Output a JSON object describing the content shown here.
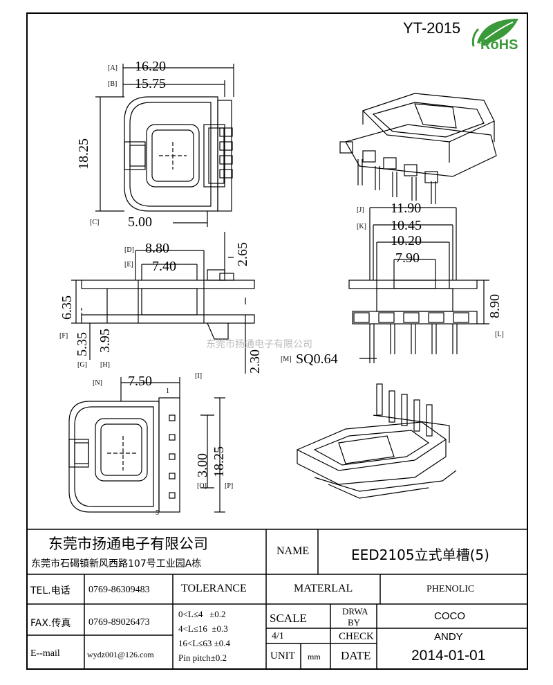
{
  "header": {
    "model": "YT-2015",
    "rohs": "RoHS"
  },
  "watermark": "东莞市扬通电子有限公司",
  "dimensions": {
    "A": "16.20",
    "B": "15.75",
    "C": "5.00",
    "height_top": "18.25",
    "D": "8.80",
    "E": "7.40",
    "v265": "2.65",
    "v635": "6.35",
    "v535": "5.35",
    "v395": "3.95",
    "v230": "2.30",
    "J": "11.90",
    "K": "10.45",
    "k2": "10.20",
    "k3": "7.90",
    "v890": "8.90",
    "M": "SQ0.64",
    "N": "7.50",
    "v300": "3.00",
    "v1825b": "18.25"
  },
  "labels": {
    "A": "A",
    "B": "B",
    "C": "C",
    "D": "D",
    "E": "E",
    "F": "F",
    "G": "G",
    "H": "H",
    "I": "I",
    "J": "J",
    "K": "K",
    "L": "L",
    "M": "M",
    "N": "N",
    "O": "O",
    "P": "P",
    "pin1": "1",
    "pin5": "5"
  },
  "title_block": {
    "company": "东莞市扬通电子有限公司",
    "address": "东莞市石碣镇新风西路107号工业园A栋",
    "name_label": "NAME",
    "name_value": "EED2105立式单槽(5)",
    "tel_label": "TEL.电话",
    "tel_value": "0769-86309483",
    "fax_label": "FAX.传真",
    "fax_value": "0769-89026473",
    "email_label": "E--mail",
    "email_value": "wydz001@126.com",
    "tolerance_label": "TOLERANCE",
    "tol1": "0<L≤4   ±0.2",
    "tol2": "4<L≤16  ±0.3",
    "tol3": "16<L≤63 ±0.4",
    "tol4": "Pin pitch±0.2",
    "material_label": "MATERLAL",
    "material_value": "PHENOLIC",
    "scale_label": "SCALE",
    "scale_value": "4/1",
    "drawn_label1": "DRWA",
    "drawn_label2": "BY",
    "drawn_value": "COCO",
    "check_label": "CHECK",
    "check_value": "ANDY",
    "unit_label": "UNIT",
    "unit_value": "mm",
    "date_label": "DATE",
    "date_value": "2014-01-01"
  }
}
